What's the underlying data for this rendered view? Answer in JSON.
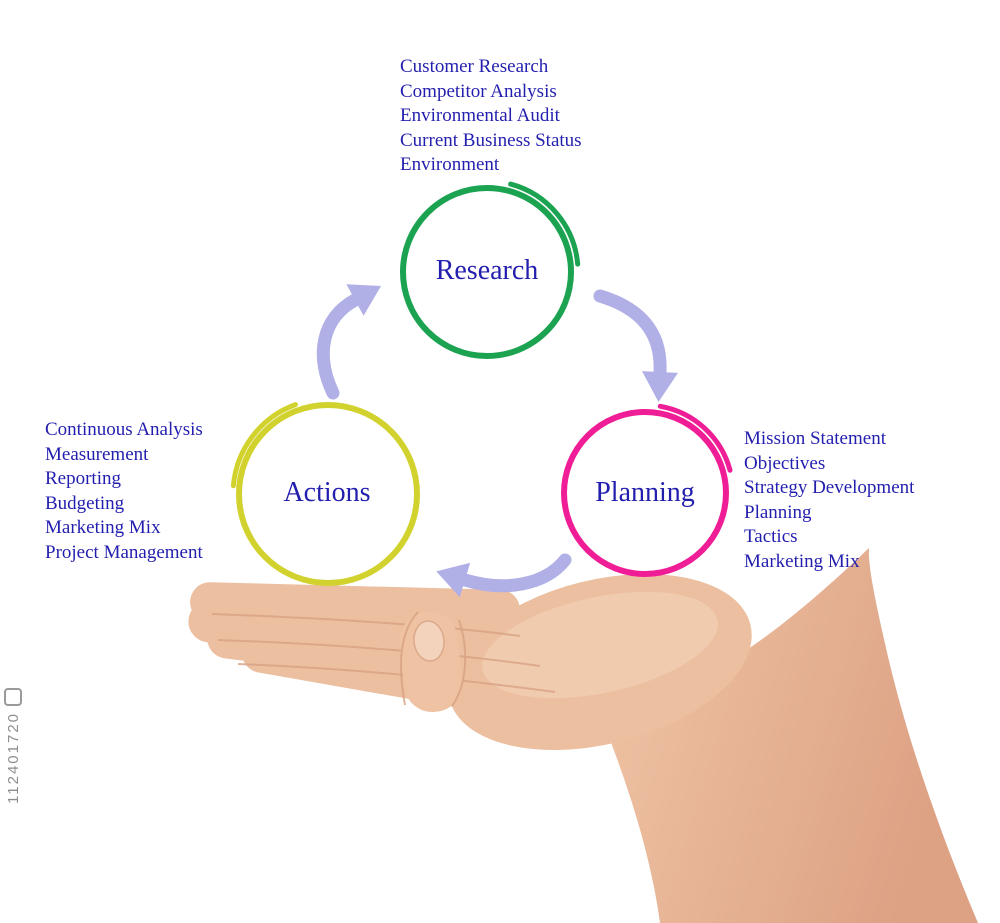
{
  "diagram": {
    "text_color": "#231fae",
    "arrow_color": "#b0afe6",
    "nodes": [
      {
        "id": "research",
        "label": "Research",
        "color": "#1ba351",
        "items": [
          "Customer Research",
          "Competitor Analysis",
          "Environmental Audit",
          "Current Business Status",
          "Environment"
        ]
      },
      {
        "id": "planning",
        "label": "Planning",
        "color": "#f01e96",
        "items": [
          "Mission Statement",
          "Objectives",
          "Strategy Development",
          "Planning",
          "Tactics",
          "Marketing Mix"
        ]
      },
      {
        "id": "actions",
        "label": "Actions",
        "color": "#d2d22f",
        "items": [
          "Continuous Analysis",
          "Measurement",
          "Reporting",
          "Budgeting",
          "Marketing Mix",
          "Project Management"
        ]
      }
    ]
  },
  "watermark": {
    "id": "112401720"
  }
}
